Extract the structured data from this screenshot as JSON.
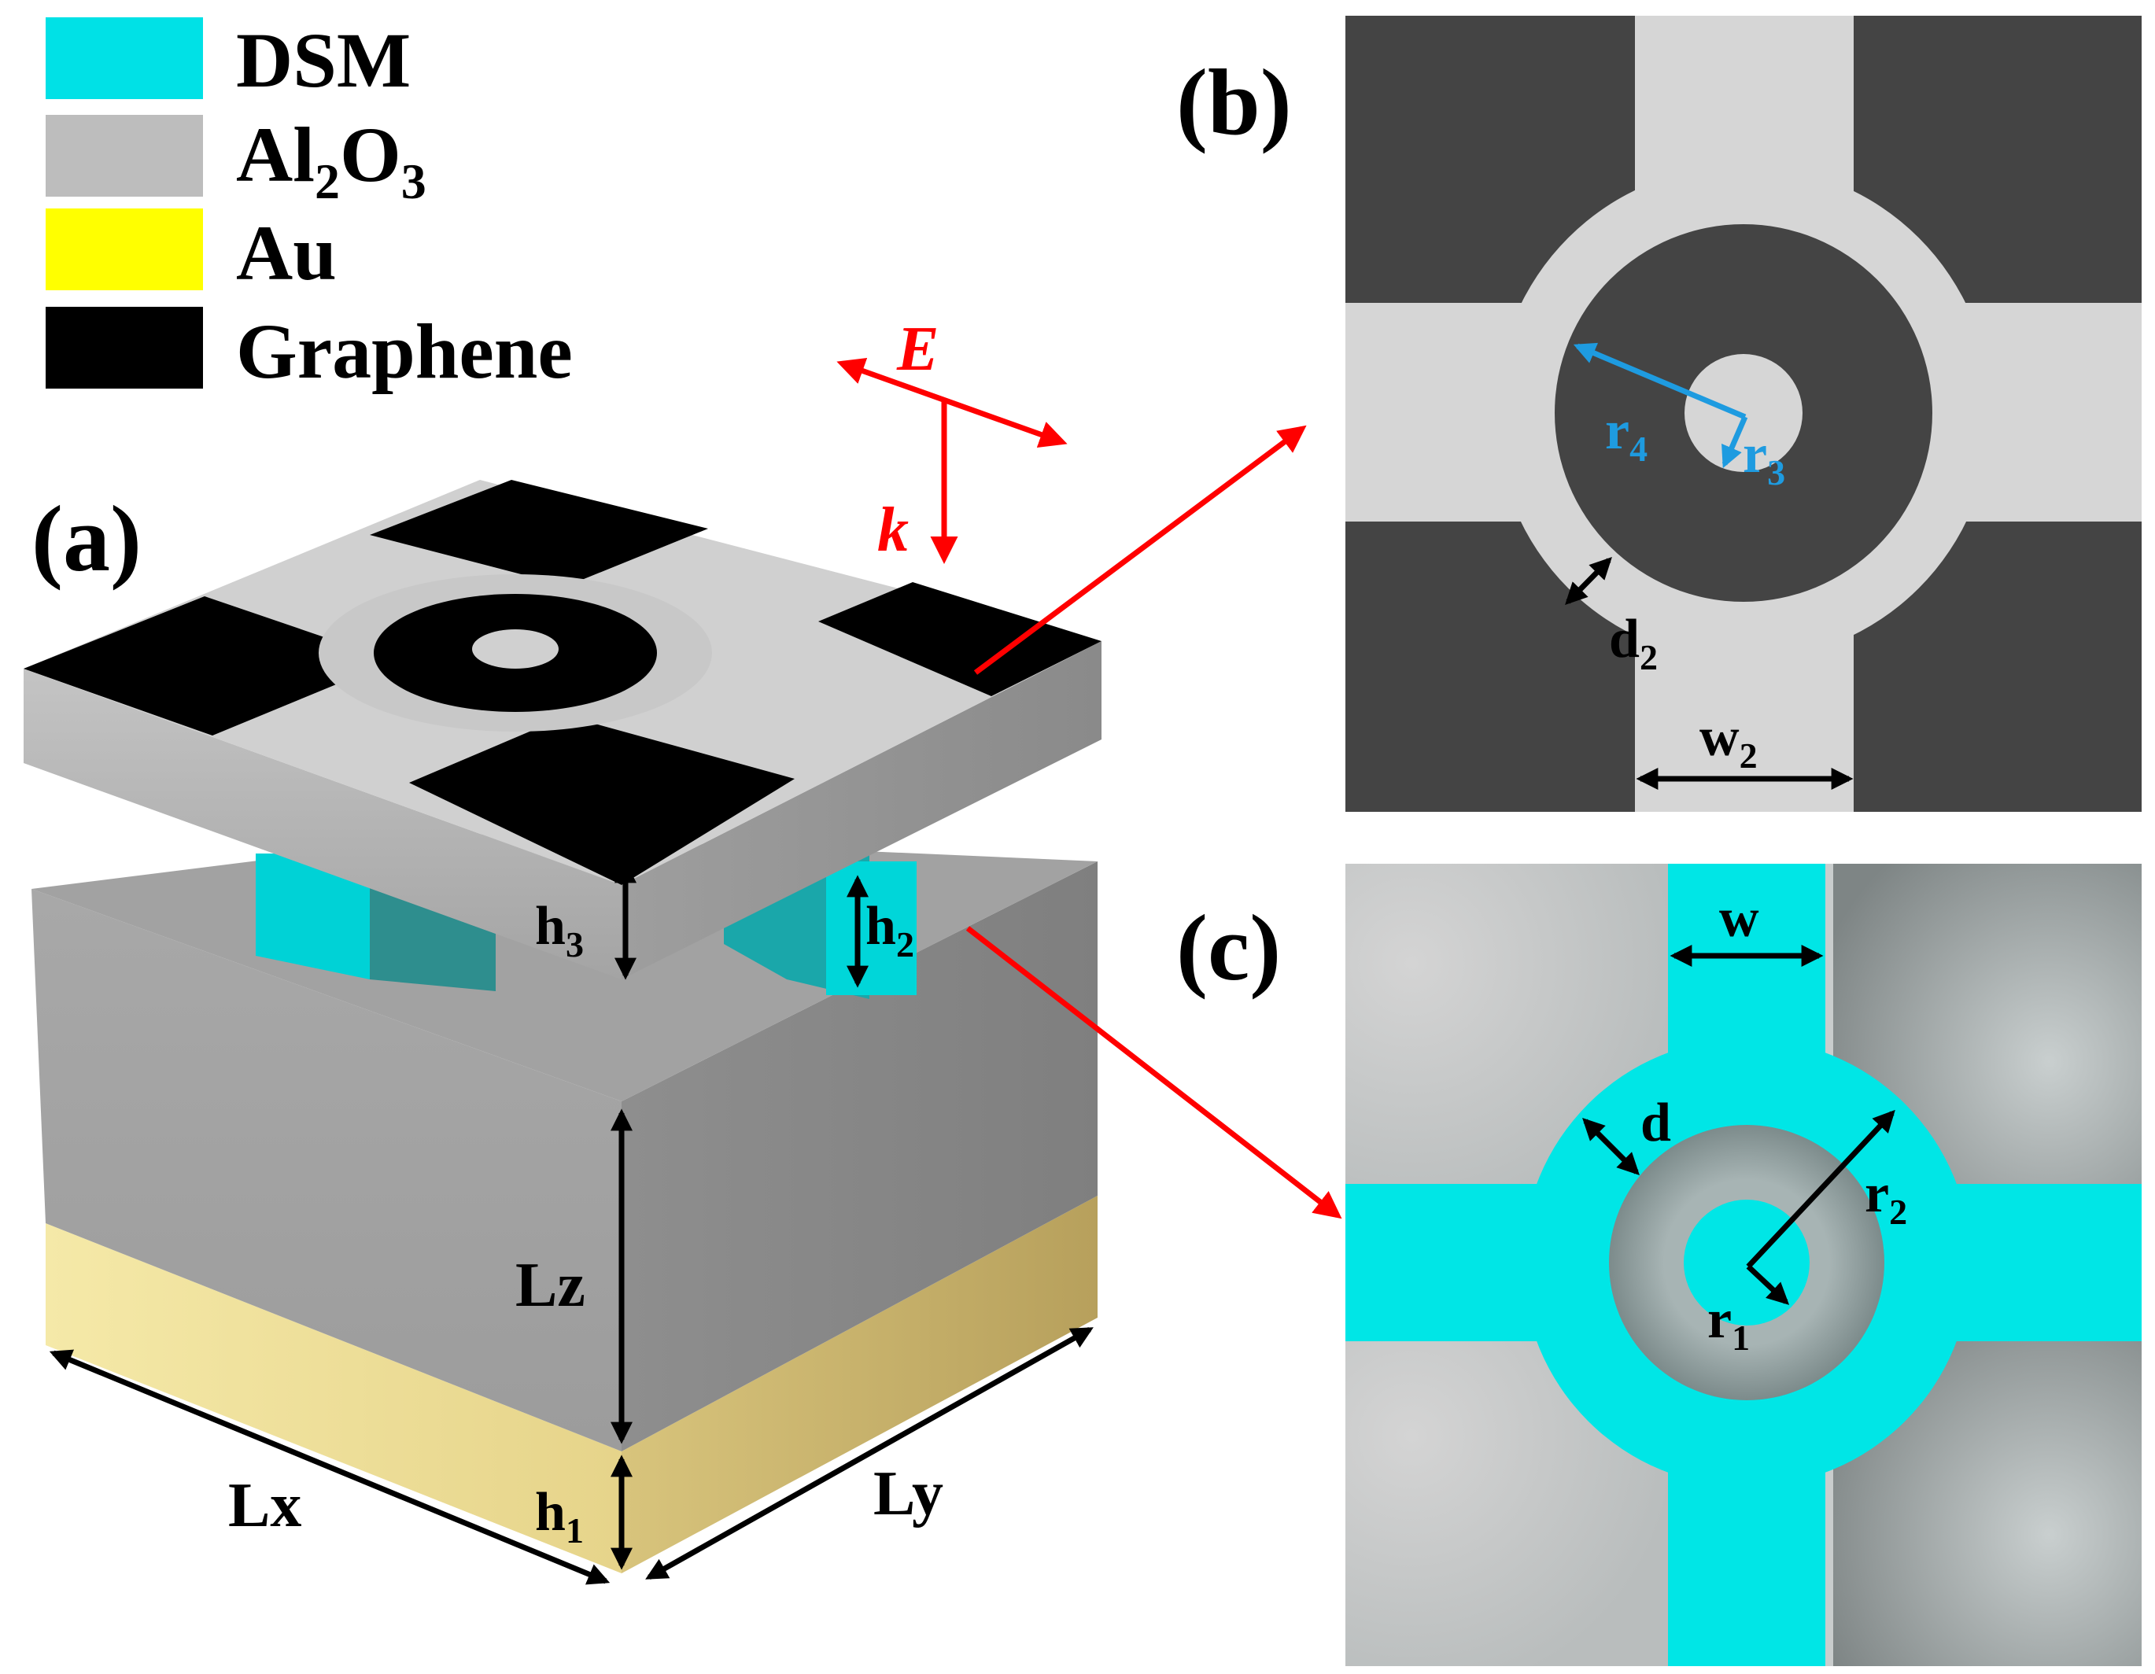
{
  "legend": {
    "items": [
      {
        "label": "DSM",
        "sub": "",
        "label_end": "",
        "color": "#00E1E6"
      },
      {
        "label": "Al",
        "sub": "2",
        "label_end": "O",
        "sub2": "3",
        "color": "#BDBDBD"
      },
      {
        "label": "Au",
        "sub": "",
        "label_end": "",
        "color": "#FFFF00"
      },
      {
        "label": "Graphene",
        "sub": "",
        "label_end": "",
        "color": "#000000"
      }
    ]
  },
  "panels": {
    "a": "(a)",
    "b": "(b)",
    "c": "(c)"
  },
  "field": {
    "E": "E",
    "k": "k"
  },
  "dims_a": {
    "h3": {
      "base": "h",
      "sub": "3"
    },
    "h2": {
      "base": "h",
      "sub": "2"
    },
    "h1": {
      "base": "h",
      "sub": "1"
    },
    "Lz": "Lz",
    "Lx": "Lx",
    "Ly": "Ly"
  },
  "dims_b": {
    "r4": {
      "base": "r",
      "sub": "4"
    },
    "r3": {
      "base": "r",
      "sub": "3"
    },
    "d2": {
      "base": "d",
      "sub": "2"
    },
    "w2": {
      "base": "w",
      "sub": "2"
    }
  },
  "dims_c": {
    "w": "w",
    "d": "d",
    "r2": {
      "base": "r",
      "sub": "2"
    },
    "r1": {
      "base": "r",
      "sub": "1"
    }
  },
  "colors": {
    "dsm": "#00E6E6",
    "alumina": "#BDBDBD",
    "gold": "#FFFF00",
    "graphene": "#000000",
    "arrow_red": "#FF0000",
    "arrow_blue": "#1E9BE0",
    "graphene_panel": "#444444",
    "alumina_panel": "#D6D6D6"
  }
}
